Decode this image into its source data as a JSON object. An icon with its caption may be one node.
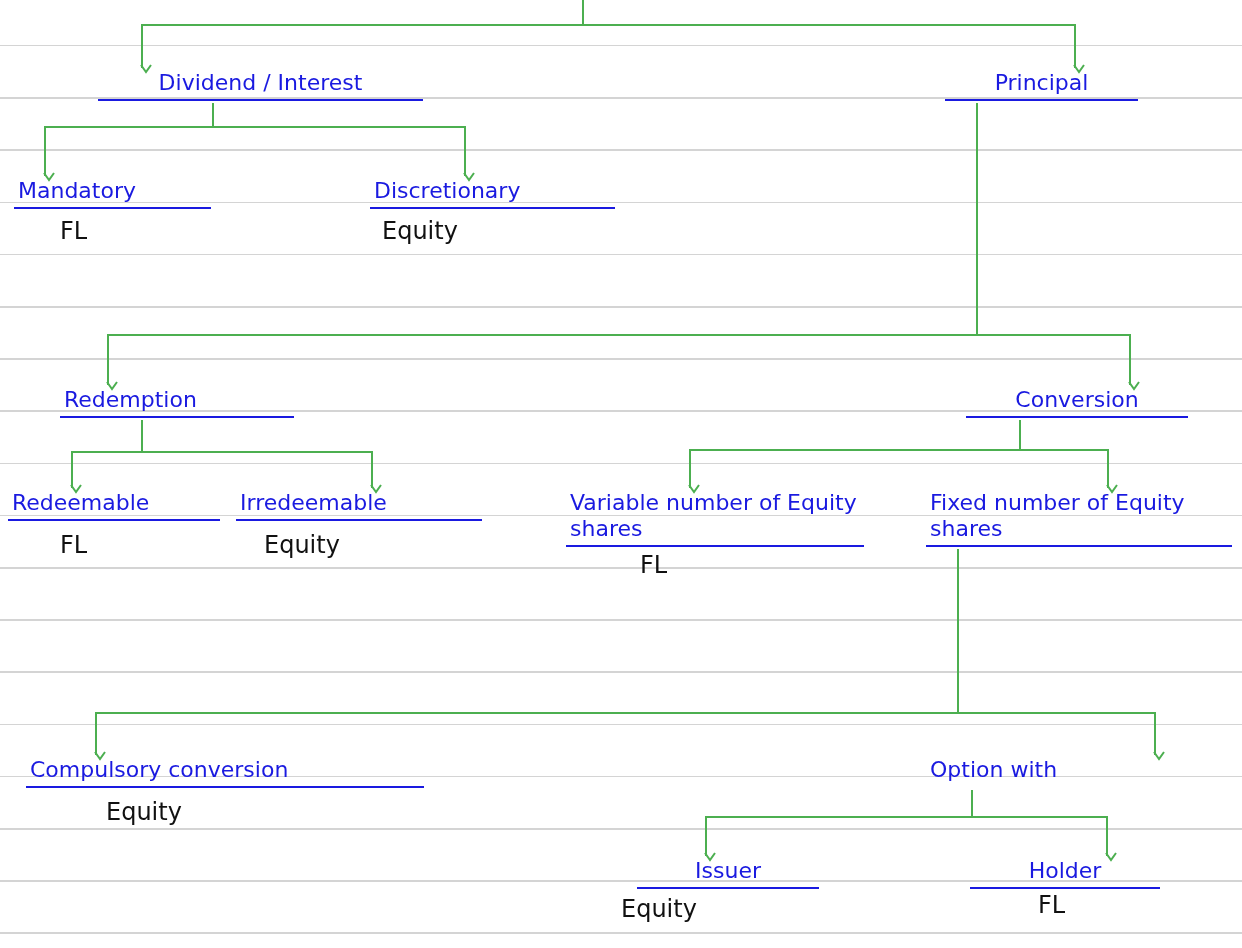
{
  "diagram": {
    "nodes": [
      {
        "text": [
          "Dividend / Interest"
        ]
      },
      {
        "text": [
          "Principal"
        ]
      },
      {
        "text": [
          "Mandatory"
        ],
        "beside": [
          "FL"
        ]
      },
      {
        "text": [
          "Discretionary"
        ],
        "beside": [
          "Equity"
        ]
      },
      {
        "text": [
          "Redemption"
        ]
      },
      {
        "text": [
          "Conversion"
        ]
      },
      {
        "text": [
          "Redeemable"
        ],
        "beside": [
          "FL"
        ]
      },
      {
        "text": [
          "Irredeemable"
        ],
        "beside": [
          "Equity"
        ]
      },
      {
        "text": [
          "Variable number of Equity shares"
        ],
        "beside": [
          "FL"
        ]
      },
      {
        "text": [
          "Fixed number of Equity shares"
        ]
      },
      {
        "text": [
          "Compulsory conversion"
        ],
        "beside": [
          "Equity"
        ]
      },
      {
        "text": [
          "Option with"
        ]
      },
      {
        "text": [
          "Issuer"
        ],
        "beside": [
          "Equity"
        ]
      },
      {
        "text": [
          "Holder"
        ],
        "beside": [
          "FL"
        ]
      }
    ],
    "edges": [
      {
        "from": null,
        "to": 0,
        "arrow": "to"
      },
      {
        "from": null,
        "to": 1,
        "arrow": "to"
      },
      {
        "from": 0,
        "to": 2,
        "arrow": "to"
      },
      {
        "from": 0,
        "to": 3,
        "arrow": "to"
      },
      {
        "from": 1,
        "to": 4,
        "arrow": "to"
      },
      {
        "from": 1,
        "to": 5,
        "arrow": "to"
      },
      {
        "from": 4,
        "to": 6,
        "arrow": "to"
      },
      {
        "from": 4,
        "to": 7,
        "arrow": "to"
      },
      {
        "from": 5,
        "to": 8,
        "arrow": "to"
      },
      {
        "from": 5,
        "to": 9,
        "arrow": "to"
      },
      {
        "from": 9,
        "to": 10,
        "arrow": "to"
      },
      {
        "from": 9,
        "to": 11,
        "arrow": "to"
      },
      {
        "from": 11,
        "to": 12,
        "arrow": "to"
      },
      {
        "from": 11,
        "to": 13,
        "arrow": "to"
      }
    ]
  }
}
